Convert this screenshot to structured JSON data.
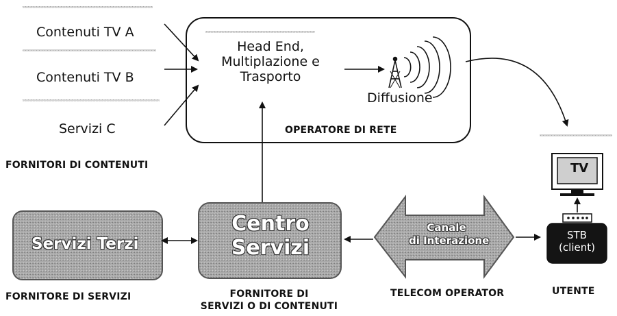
{
  "content_providers": {
    "items": [
      "Contenuti TV A",
      "Contenuti TV B",
      "Servizi C"
    ],
    "caption": "FORNITORI DI CONTENUTI"
  },
  "network_operator": {
    "head_end_lines": [
      "Head End,",
      "Multiplazione e",
      "Trasporto"
    ],
    "diffusion_label": "Diffusione",
    "caption": "OPERATORE DI RETE"
  },
  "third_party": {
    "box_label": "Servizi Terzi",
    "caption": "FORNITORE DI SERVIZI"
  },
  "service_center": {
    "box_lines": [
      "Centro",
      "Servizi"
    ],
    "caption_lines": [
      "FORNITORE DI",
      "SERVIZI O DI CONTENUTI"
    ]
  },
  "interaction_channel": {
    "lines": [
      "Canale",
      "di Interazione"
    ],
    "caption": "TELECOM OPERATOR"
  },
  "user": {
    "tv_label": "TV",
    "stb_lines": [
      "STB",
      "(client)"
    ],
    "caption": "UTENTE"
  }
}
